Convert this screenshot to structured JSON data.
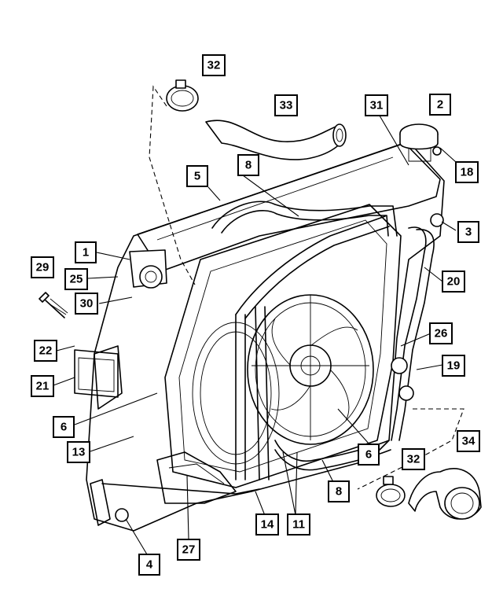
{
  "callouts": [
    {
      "id": "c32a",
      "label": "32"
    },
    {
      "id": "c33",
      "label": "33"
    },
    {
      "id": "c31",
      "label": "31"
    },
    {
      "id": "c2",
      "label": "2"
    },
    {
      "id": "c18",
      "label": "18"
    },
    {
      "id": "c5",
      "label": "5"
    },
    {
      "id": "c8a",
      "label": "8"
    },
    {
      "id": "c3",
      "label": "3"
    },
    {
      "id": "c1",
      "label": "1"
    },
    {
      "id": "c29",
      "label": "29"
    },
    {
      "id": "c25",
      "label": "25"
    },
    {
      "id": "c20",
      "label": "20"
    },
    {
      "id": "c30",
      "label": "30"
    },
    {
      "id": "c26",
      "label": "26"
    },
    {
      "id": "c22",
      "label": "22"
    },
    {
      "id": "c19",
      "label": "19"
    },
    {
      "id": "c21",
      "label": "21"
    },
    {
      "id": "c6a",
      "label": "6"
    },
    {
      "id": "c34",
      "label": "34"
    },
    {
      "id": "c13",
      "label": "13"
    },
    {
      "id": "c6b",
      "label": "6"
    },
    {
      "id": "c32b",
      "label": "32"
    },
    {
      "id": "c8b",
      "label": "8"
    },
    {
      "id": "c14",
      "label": "14"
    },
    {
      "id": "c11",
      "label": "11"
    },
    {
      "id": "c27",
      "label": "27"
    },
    {
      "id": "c4",
      "label": "4"
    }
  ]
}
